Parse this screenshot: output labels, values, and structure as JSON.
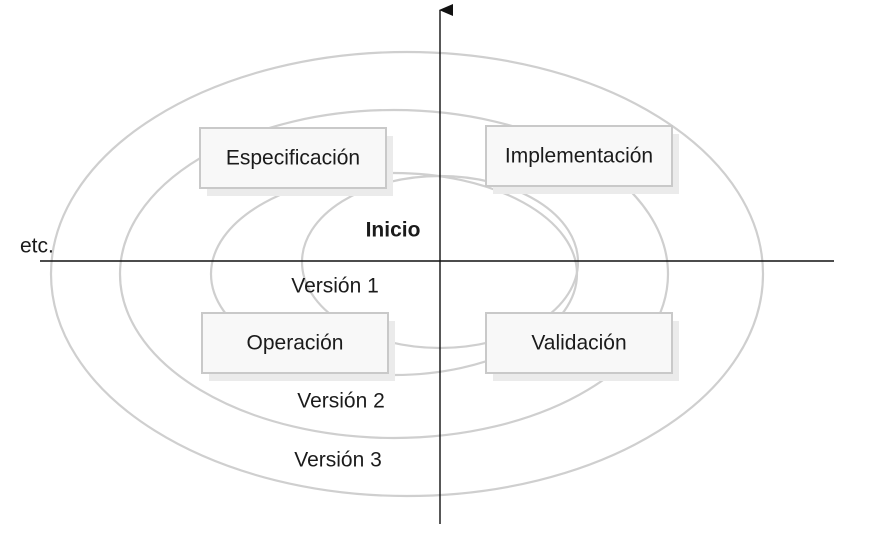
{
  "diagram": {
    "quadrants": {
      "top_left": "Especificación",
      "top_right": "Implementación",
      "bottom_left": "Operación",
      "bottom_right": "Validación"
    },
    "center_label": "Inicio",
    "versions": [
      "Versión 1",
      "Versión 2",
      "Versión 3"
    ],
    "continuation_label": "etc.",
    "colors": {
      "rings": "#cfcfcf",
      "axes": "#111111",
      "box_fill": "#f8f8f8",
      "box_border": "#c9c9c9",
      "text": "#1b1b1b"
    }
  }
}
